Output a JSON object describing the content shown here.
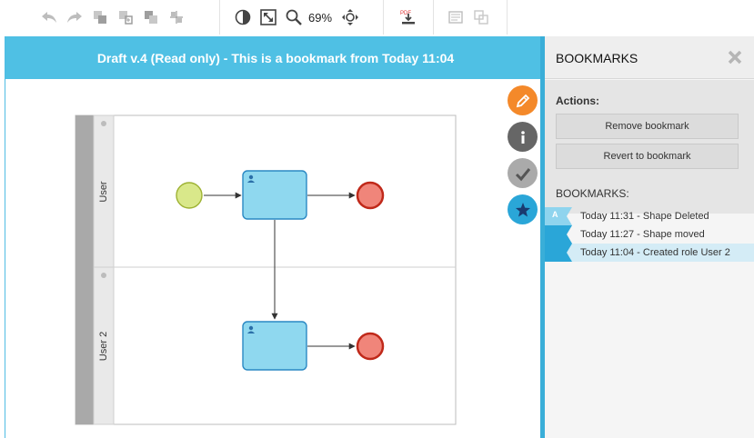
{
  "toolbar": {
    "zoom": "69%",
    "icons": [
      "undo-icon",
      "redo-icon",
      "copy-icon",
      "paste-icon",
      "cut-icon",
      "delete-icon",
      "toggle-contrast-icon",
      "fit-icon",
      "zoom-icon",
      "move-icon",
      "export-icon",
      "notes-icon",
      "clone-icon"
    ]
  },
  "banner": {
    "text": "Draft v.4 (Read only) - This is a bookmark from Today 11:04"
  },
  "diagram": {
    "lanes": [
      {
        "label": "User"
      },
      {
        "label": "User 2"
      }
    ]
  },
  "side_buttons": [
    {
      "name": "edit-icon",
      "color": "#f4892a"
    },
    {
      "name": "info-icon",
      "color": "#666666"
    },
    {
      "name": "check-icon",
      "color": "#aaaaaa"
    },
    {
      "name": "star-icon",
      "color": "#2aa6d8"
    }
  ],
  "panel": {
    "title": "BOOKMARKS",
    "actions_label": "Actions:",
    "remove_label": "Remove bookmark",
    "revert_label": "Revert to bookmark",
    "bookmarks_label": "BOOKMARKS:",
    "items": [
      {
        "badge": "A",
        "text": "Today 11:31 - Shape Deleted"
      },
      {
        "badge": "",
        "text": "Today 11:27 - Shape moved"
      },
      {
        "badge": "",
        "text": "Today 11:04 - Created role User 2"
      }
    ]
  },
  "colors": {
    "accent": "#4fc0e4",
    "task_fill": "#8fd8ef",
    "task_stroke": "#2a88c3",
    "start_fill": "#d9e88a",
    "end_fill": "#f0857a"
  }
}
